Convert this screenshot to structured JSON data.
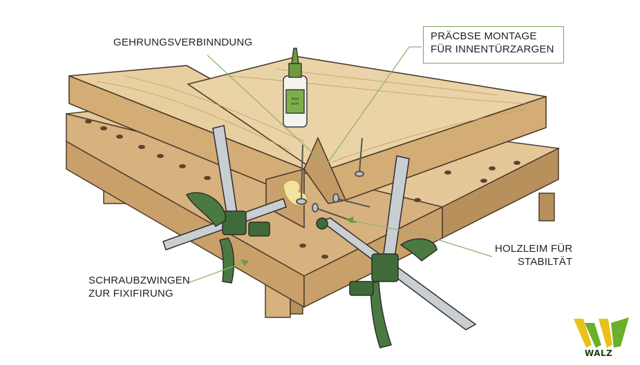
{
  "annotations": {
    "miter_joint": "GEHRUNGSVERBINNDUNG",
    "precise_mounting": [
      "PRÄCBSE MONTAGE",
      "FÜR INNENTÜRZARGEN"
    ],
    "wood_glue": [
      "HOLZLEIM FÜR",
      "STABILTÄT"
    ],
    "clamps": [
      "SCHRAUBZWINGEN",
      "ZUR FIXIFIRUNG"
    ]
  },
  "glue_bottle_label": "Holz\nleim",
  "logo": {
    "text": "WALZ",
    "colors": [
      "#e8c21a",
      "#6bb02a",
      "#1f3a12"
    ]
  },
  "colors": {
    "wood_light": "#e6c898",
    "wood_mid": "#d7b27e",
    "wood_dark": "#b8905c",
    "outline": "#4a3a2a",
    "clamp_green": "#3f6b3a",
    "clamp_steel": "#b7bcc0",
    "leader_line": "#8fb36a"
  }
}
